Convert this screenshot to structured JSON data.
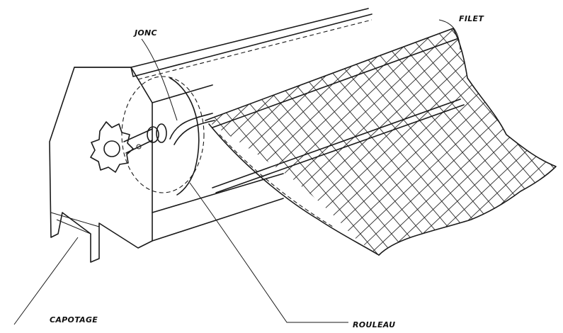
{
  "labels": {
    "jonc": "JONC",
    "filet": "FILET",
    "capotage": "CAPOTAGE",
    "rouleau": "ROULEAU"
  },
  "colors": {
    "ink": "#1a1a1a",
    "background": "#ffffff"
  }
}
